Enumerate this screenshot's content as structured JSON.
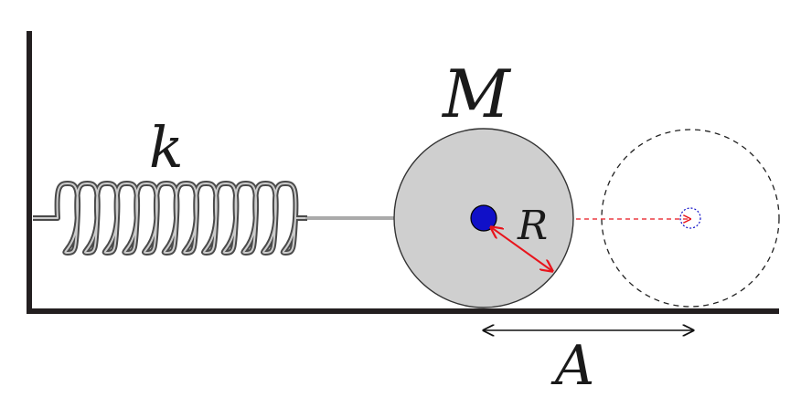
{
  "labels": {
    "spring_constant": "k",
    "mass": "M",
    "radius": "R",
    "amplitude": "A"
  },
  "colors": {
    "ground": "#231f20",
    "spring": "#4a4a4a",
    "disk_fill": "#cfcfcf",
    "axle": "#1010c8",
    "radius_arrow": "#e8141c",
    "displacement_arrow": "#e8141c",
    "ghost_outline": "#222222",
    "ghost_axle": "#1010c8"
  },
  "spring": {
    "coils": 12
  }
}
